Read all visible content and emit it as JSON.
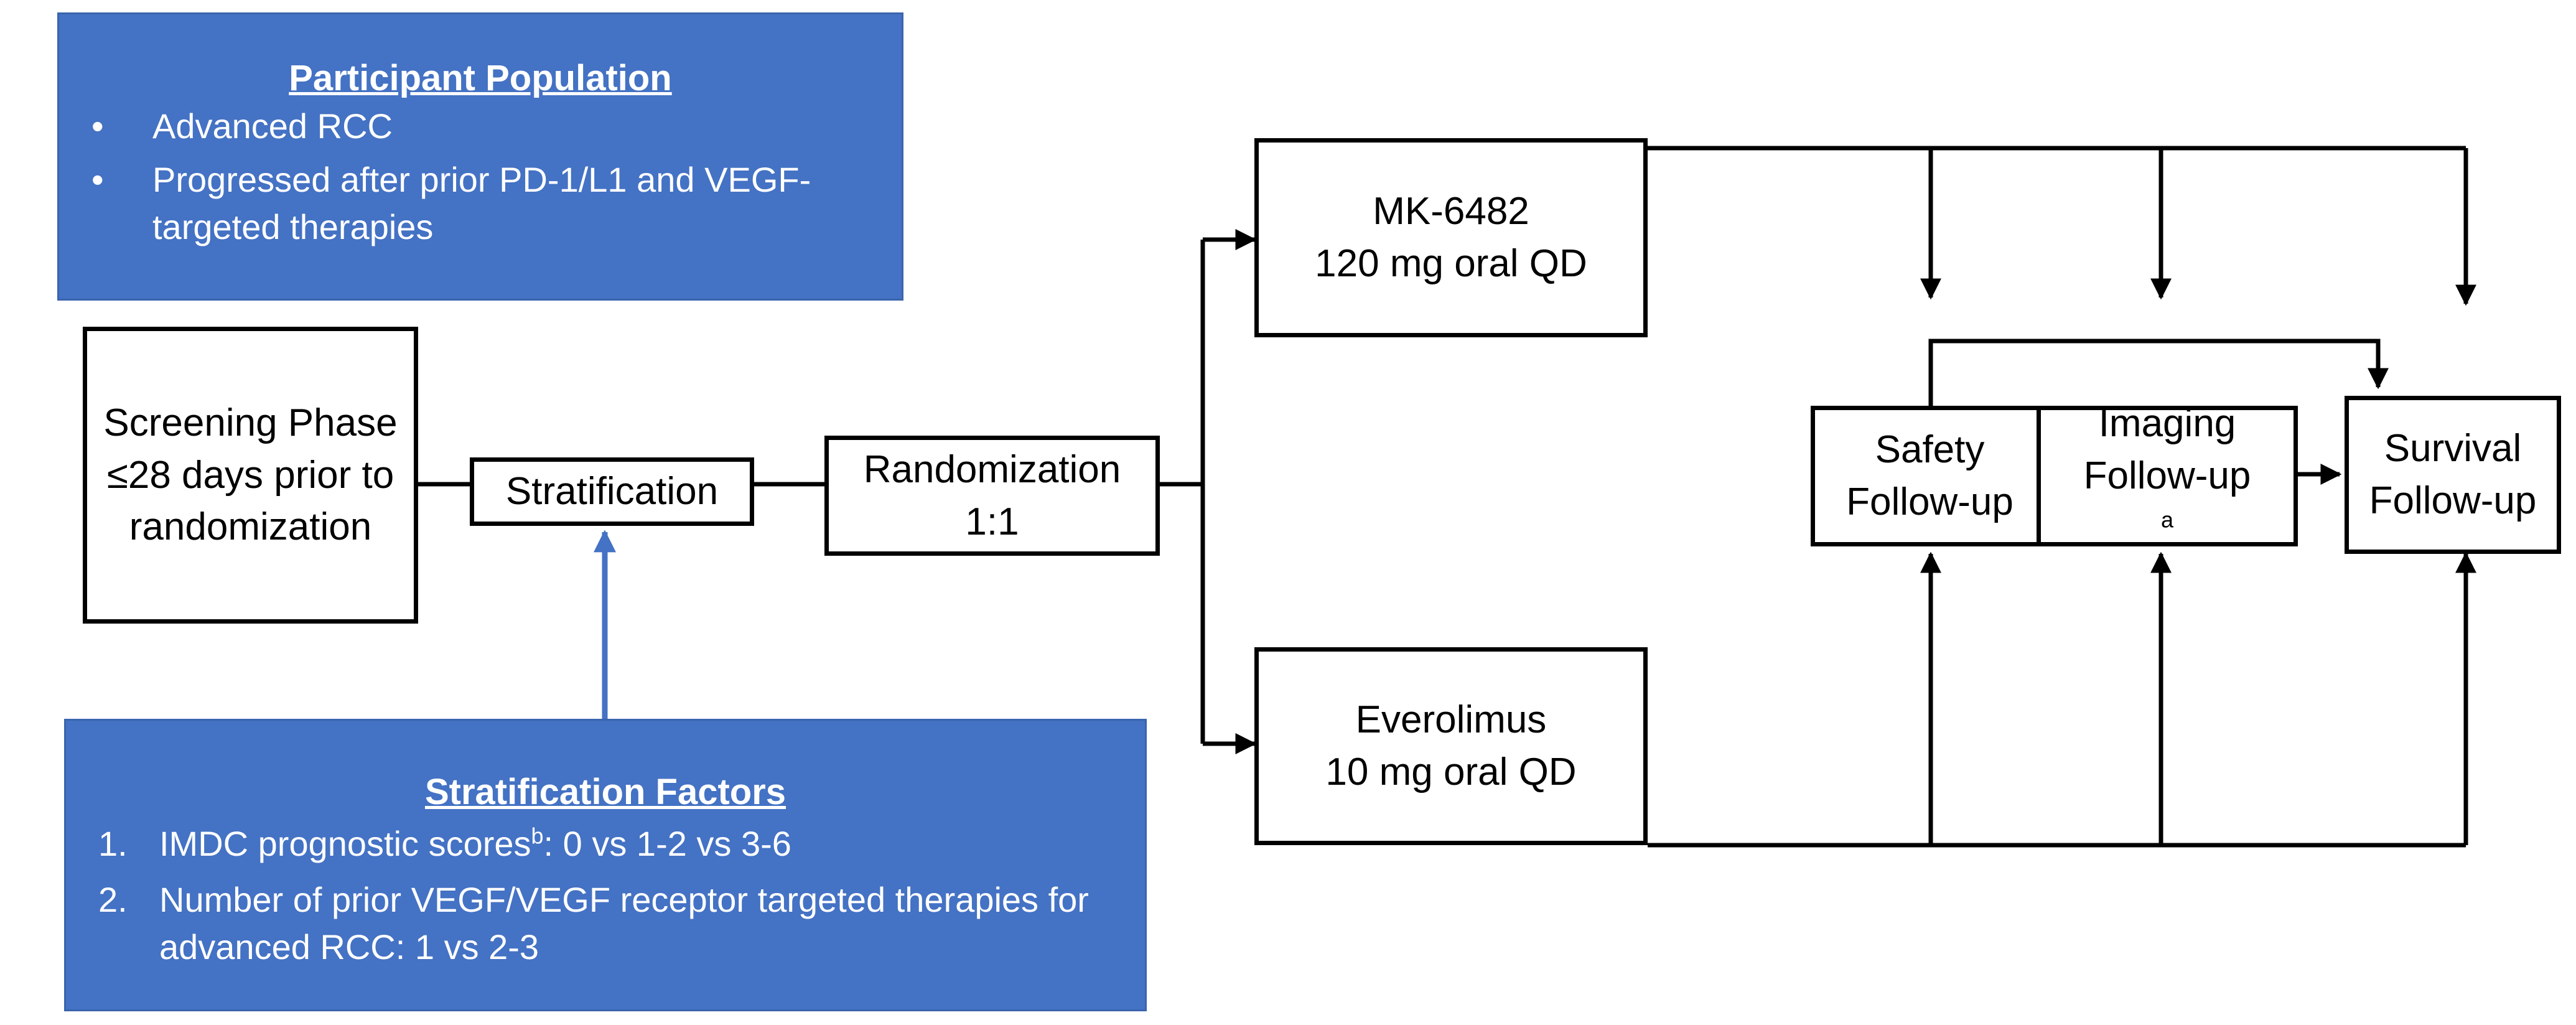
{
  "participant_population": {
    "heading": "Participant Population",
    "bullets": [
      {
        "marker": "•",
        "text": "Advanced RCC"
      },
      {
        "marker": "•",
        "text": "Progressed after prior PD-1/L1 and VEGF-targeted therapies"
      }
    ]
  },
  "screening": {
    "line1": "Screening Phase",
    "line2": "≤28 days prior to",
    "line3": "randomization"
  },
  "stratification": {
    "label": "Stratification"
  },
  "randomization": {
    "line1": "Randomization",
    "line2": "1:1"
  },
  "arm_mk6482": {
    "line1": "MK-6482",
    "line2": "120 mg oral QD"
  },
  "arm_everolimus": {
    "line1": "Everolimus",
    "line2": "10 mg oral QD"
  },
  "safety_followup": {
    "line1": "Safety",
    "line2": "Follow-up"
  },
  "imaging_followup": {
    "line1": "Imaging",
    "line2": "Follow-up",
    "sup": "a"
  },
  "survival_followup": {
    "line1": "Survival",
    "line2": "Follow-up"
  },
  "stratification_factors": {
    "heading": "Stratification Factors",
    "items": [
      {
        "marker": "1.",
        "text": "IMDC prognostic scores",
        "sup": "b",
        "tail": ": 0 vs 1-2 vs 3-6"
      },
      {
        "marker": "2.",
        "text": "Number of prior VEGF/VEGF receptor targeted therapies for advanced RCC: 1 vs 2-3"
      }
    ]
  },
  "colors": {
    "box_fill": "#4472C4",
    "stratification_arrow": "#4472C4",
    "line": "#000000"
  }
}
